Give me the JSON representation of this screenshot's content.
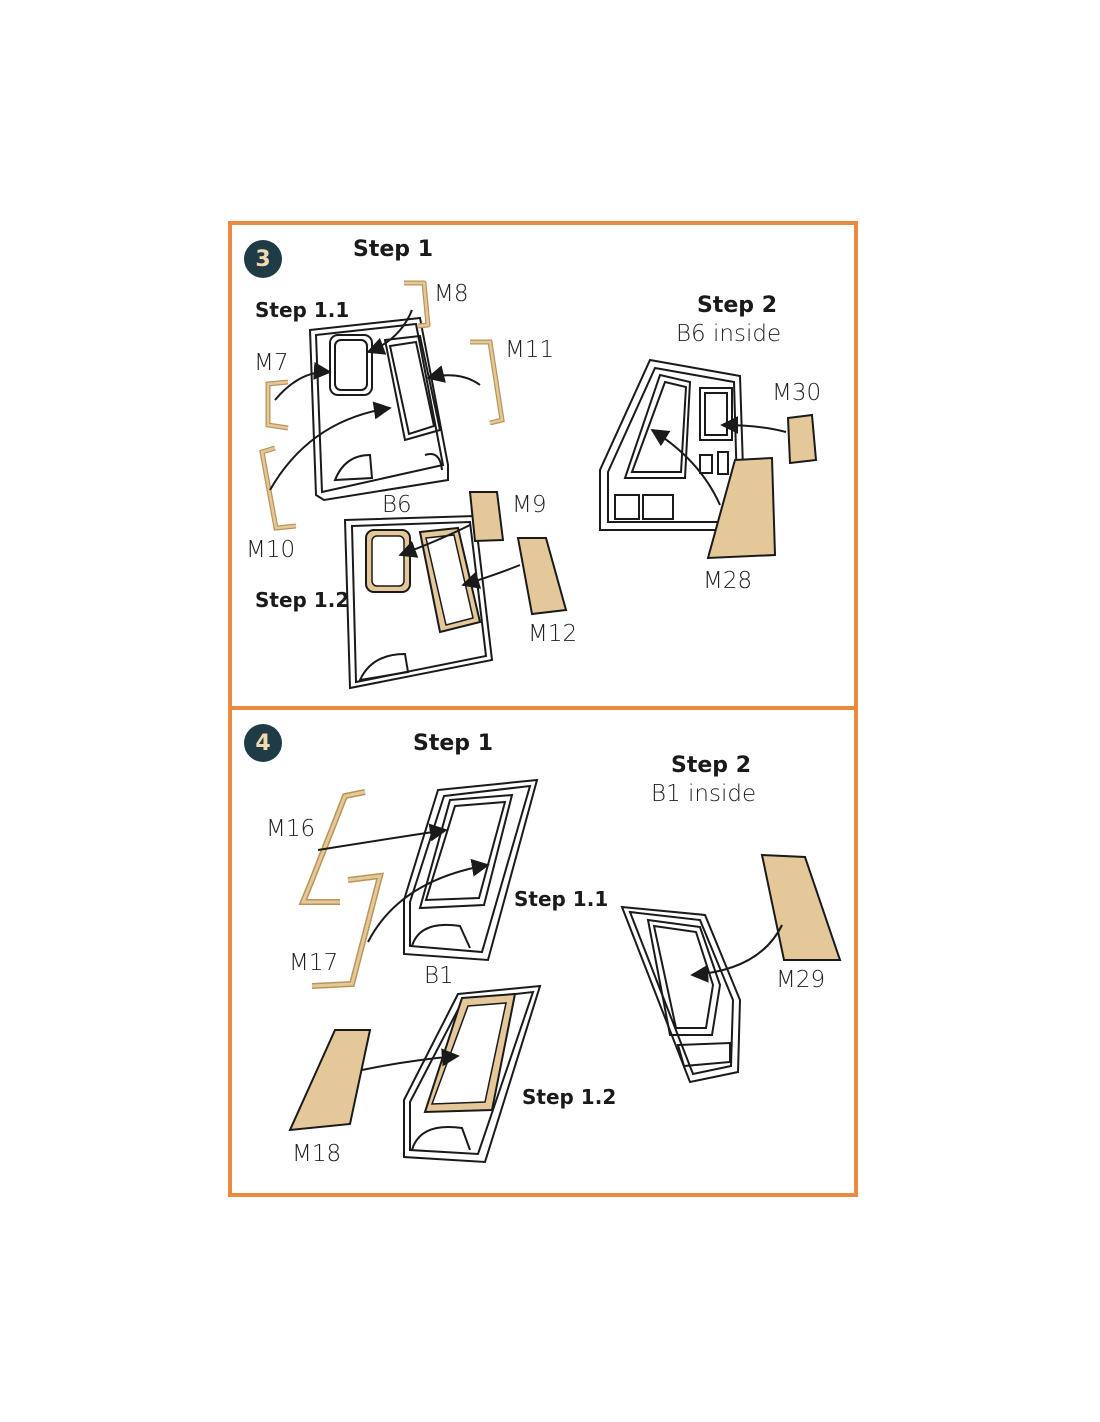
{
  "panels": [
    {
      "number": "3",
      "step1_title": "Step 1",
      "step1_1": "Step 1.1",
      "step1_2": "Step 1.2",
      "step2_title": "Step 2",
      "step2_sub": "B6 inside",
      "part_labels": {
        "m8": "M8",
        "m7": "M7",
        "m11": "M11",
        "m10": "M10",
        "b6": "B6",
        "m9": "M9",
        "m12": "M12",
        "m30": "M30",
        "m28": "M28"
      }
    },
    {
      "number": "4",
      "step1_title": "Step 1",
      "step1_1": "Step 1.1",
      "step1_2": "Step 1.2",
      "step2_title": "Step 2",
      "step2_sub": "B1 inside",
      "part_labels": {
        "m16": "M16",
        "m17": "M17",
        "b1": "B1",
        "m18": "M18",
        "m29": "M29"
      }
    }
  ],
  "colors": {
    "frame": "#e88a3f",
    "badge": "#1f3b45",
    "badge_text": "#f3d9b0",
    "mask": "#e4c89a",
    "line": "#1a1a1a"
  }
}
